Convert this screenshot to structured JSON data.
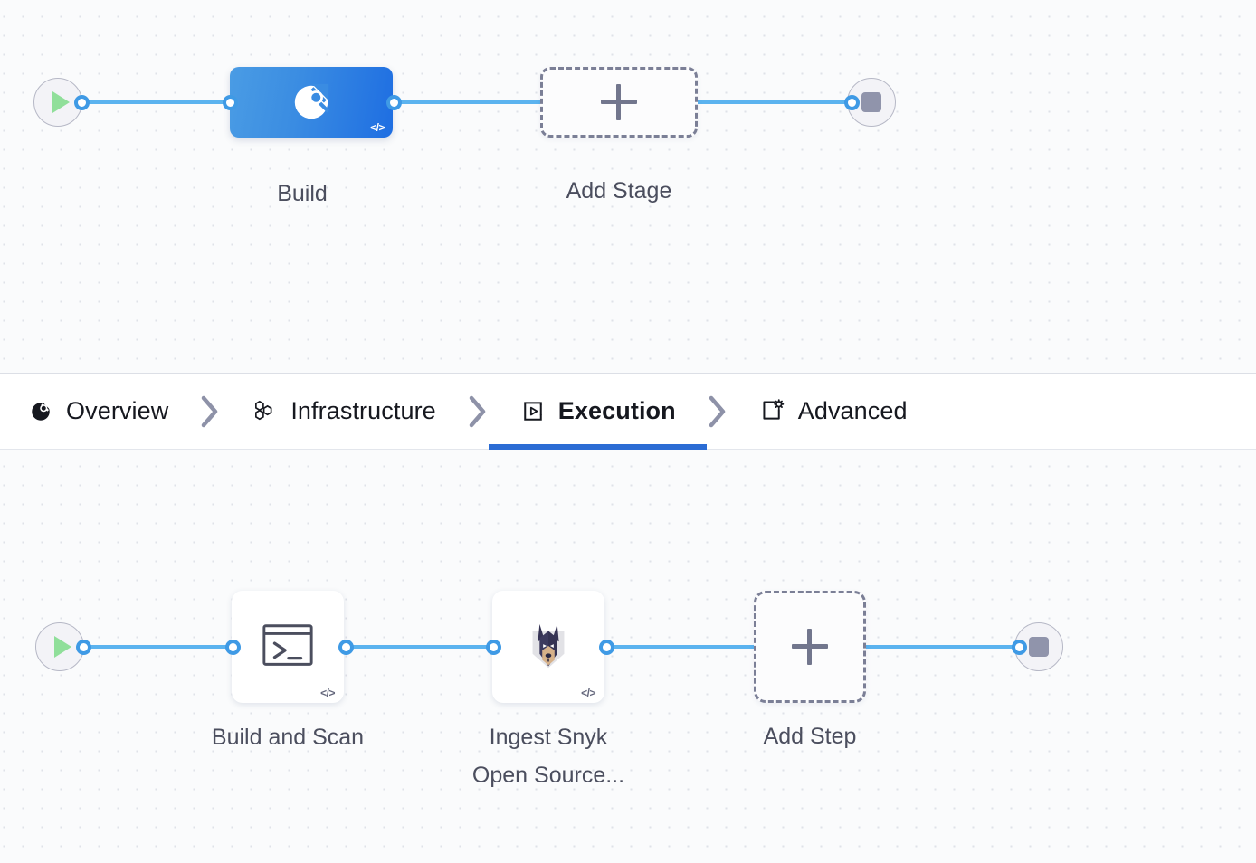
{
  "stage_graph": {
    "start_node": {
      "name": "pipeline-start",
      "icon": "play-icon"
    },
    "end_node": {
      "name": "pipeline-end",
      "icon": "stop-icon"
    },
    "nodes": [
      {
        "id": "build",
        "label": "Build",
        "icon": "ci-build-icon",
        "badge": "</>",
        "selected": true
      },
      {
        "id": "add-stage",
        "label": "Add Stage",
        "icon": "plus-icon",
        "type": "add"
      }
    ]
  },
  "tabs": {
    "items": [
      {
        "id": "overview",
        "label": "Overview",
        "icon": "overview-pie-icon",
        "active": false
      },
      {
        "id": "infrastructure",
        "label": "Infrastructure",
        "icon": "hexagons-icon",
        "active": false
      },
      {
        "id": "execution",
        "label": "Execution",
        "icon": "play-box-icon",
        "active": true
      },
      {
        "id": "advanced",
        "label": "Advanced",
        "icon": "gear-square-icon",
        "active": false
      }
    ],
    "separator_icon": "chevron-right-icon",
    "active_color": "#2b6cd4"
  },
  "execution_graph": {
    "start_node": {
      "name": "execution-start",
      "icon": "play-icon"
    },
    "end_node": {
      "name": "execution-end",
      "icon": "stop-icon"
    },
    "nodes": [
      {
        "id": "build-and-scan",
        "label": "Build and Scan",
        "icon": "terminal-icon",
        "badge": "</>"
      },
      {
        "id": "ingest-snyk",
        "label": "Ingest Snyk\nOpen Source...",
        "icon": "snyk-dog-icon",
        "badge": "</>"
      },
      {
        "id": "add-step",
        "label": "Add Step",
        "icon": "plus-icon",
        "type": "add"
      }
    ]
  },
  "theme": {
    "connector_color": "#5bb3ef",
    "port_color": "#3f9ae5",
    "canvas_bg": "#fafbfc",
    "dot_color": "#dfe2e8",
    "stage_gradient_from": "#4a9ce4",
    "stage_gradient_to": "#1e6ee2",
    "label_color": "#4b4e5e"
  }
}
